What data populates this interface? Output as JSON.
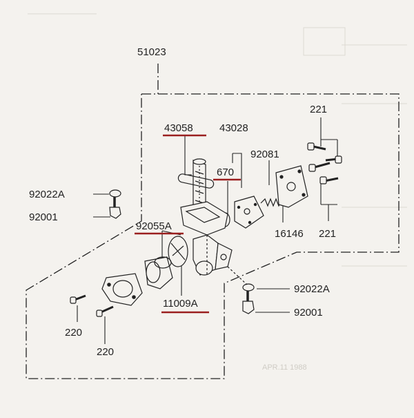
{
  "diagram": {
    "assembly_label": "51023",
    "part_labels": {
      "p43058": "43058",
      "p43028": "43028",
      "p670": "670",
      "p92081": "92081",
      "p221_top": "221",
      "p221_bottom": "221",
      "p16146": "16146",
      "p92022A_left": "92022A",
      "p92001_left": "92001",
      "p92055A": "92055A",
      "p11009A": "11009A",
      "p92022A_right": "92022A",
      "p92001_right": "92001",
      "p220_a": "220",
      "p220_b": "220"
    },
    "highlighted_parts": [
      "43058",
      "670",
      "92055A",
      "11009A"
    ],
    "colors": {
      "paper": "#f4f2ee",
      "ink": "#222222",
      "highlight_underline": "#9a1f1f"
    },
    "background_ghost_text": "APR.11 1988"
  }
}
